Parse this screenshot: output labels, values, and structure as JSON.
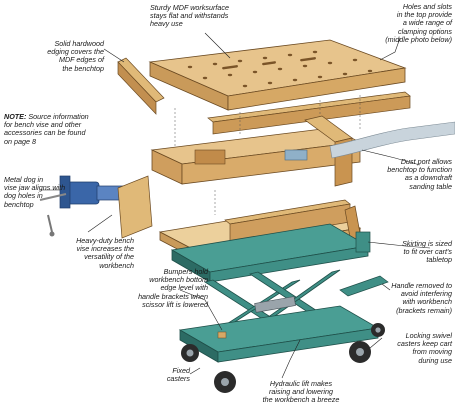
{
  "callouts": {
    "worksurface": "Sturdy MDF worksurface\nstays flat and withstands\nheavy use",
    "holes_slots": "Holes and slots\nin the top provide\na wide range of\nclamping options\n(middle photo below)",
    "edging": "Solid hardwood\nedging covers the\nMDF edges of\nthe benchtop",
    "note_label": "NOTE:",
    "note_text": "Source information\nfor bench vise and other\naccessories can be found\non page 8",
    "vise_jaw": "Metal dog in\nvise jaw aligns with\ndog holes in\nbenchtop",
    "dust_port": "Dust port allows\nbenchtop to function\nas a downdraft\nsanding table",
    "bench_vise": "Heavy-duty bench\nvise increases the\nversatility of the\nworkbench",
    "skirting": "Skirting is sized\nto fit over cart's\ntabletop",
    "bumpers": "Bumpers hold\nworkbench bottom\nedge level with\nhandle brackets when\nscissor lift is lowered",
    "handle": "Handle removed to\navoid interfering\nwith workbench\n(brackets remain)",
    "locking_casters": "Locking swivel\ncasters keep cart\nfrom moving\nduring use",
    "fixed_casters": "Fixed\ncasters",
    "hydraulic": "Hydraulic lift makes\nraising and lowering\nthe workbench a breeze"
  },
  "colors": {
    "wood_light": "#e7c48c",
    "wood_mid": "#d6a865",
    "wood_dark": "#b98645",
    "mdf": "#cfa46a",
    "cart_teal": "#3f8f86",
    "cart_dark": "#2c6b64",
    "vise_blue": "#3a66a8",
    "wheel": "#2b2b2b",
    "hose": "#c9d4dc",
    "leader": "#222222"
  },
  "icons": [
    "vise-icon",
    "caster-icon",
    "dust-hose-icon"
  ]
}
